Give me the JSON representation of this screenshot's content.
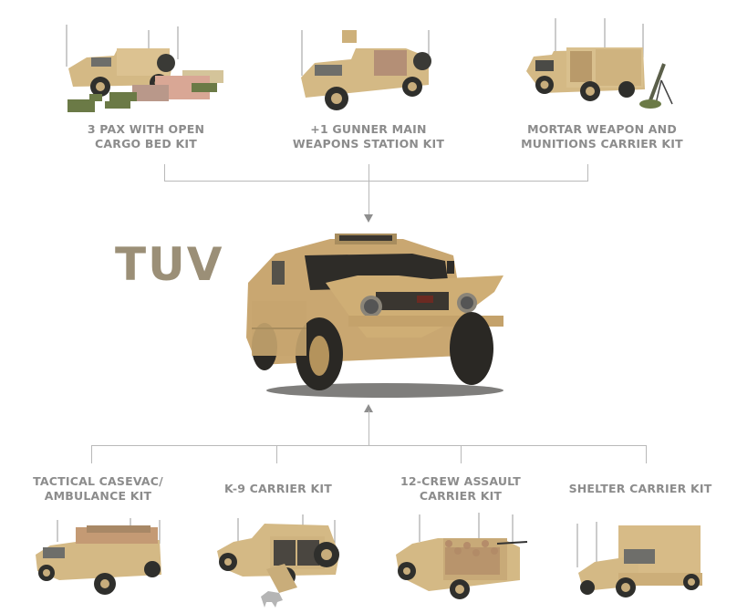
{
  "title": {
    "logo_text": "TUV",
    "logo_color": "#9b8f77"
  },
  "main_vehicle": {
    "name": "tuv-main-vehicle",
    "color": "#c9a771"
  },
  "top_kits": [
    {
      "label_line1": "3 PAX WITH OPEN",
      "label_line2": "CARGO BED KIT"
    },
    {
      "label_line1": "+1 GUNNER MAIN",
      "label_line2": "WEAPONS STATION KIT"
    },
    {
      "label_line1": "MORTAR WEAPON AND",
      "label_line2": "MUNITIONS CARRIER KIT"
    }
  ],
  "bottom_kits": [
    {
      "label_line1": "TACTICAL CASEVAC/",
      "label_line2": "AMBULANCE KIT"
    },
    {
      "label_line1": "K-9 CARRIER KIT",
      "label_line2": ""
    },
    {
      "label_line1": "12-CREW ASSAULT",
      "label_line2": "CARRIER KIT"
    },
    {
      "label_line1": "SHELTER CARRIER KIT",
      "label_line2": ""
    }
  ],
  "colors": {
    "label_text": "#8c8c8c",
    "connector_line": "#b9b9b9",
    "arrow": "#8e8e8e",
    "vehicle_tan": "#d2b683",
    "vehicle_dark": "#3a3a36",
    "cargo_green": "#6b7a46"
  }
}
